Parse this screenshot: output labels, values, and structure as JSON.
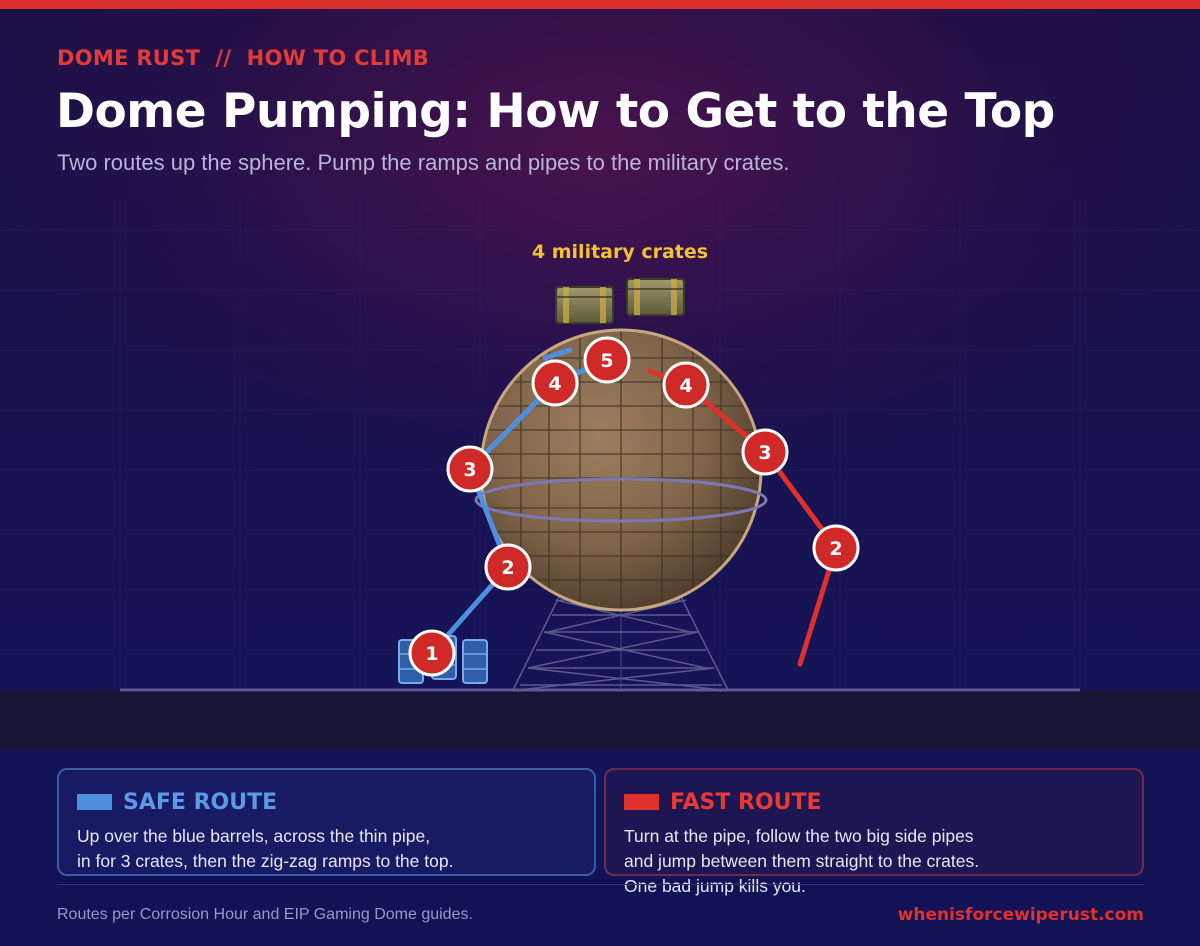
{
  "header": {
    "kicker": "DOME RUST  //  HOW TO CLIMB",
    "title": "Dome Pumping: How to Get to the Top",
    "subtitle": "Two routes up the sphere. Pump the ramps and pipes to the military crates."
  },
  "diagram": {
    "crates_label": "4 military crates",
    "route_colors": {
      "safe": "#4f8fe0",
      "fast": "#e0302c"
    },
    "safe_markers": [
      "1",
      "2",
      "3",
      "4",
      "5"
    ],
    "fast_markers": [
      "2",
      "3",
      "4"
    ]
  },
  "legend": {
    "safe": {
      "title": "SAFE ROUTE",
      "lines": [
        "Up over the blue barrels, across the thin pipe,",
        "in for 3 crates, then the zig-zag ramps to the top."
      ]
    },
    "fast": {
      "title": "FAST ROUTE",
      "lines": [
        "Turn at the pipe, follow the two big side pipes",
        "and jump between them straight to the crates.",
        "One bad jump kills you."
      ]
    }
  },
  "footer": {
    "source": "Routes per Corrosion Hour and EIP Gaming Dome guides.",
    "site": "whenisforcewiperust.com"
  }
}
